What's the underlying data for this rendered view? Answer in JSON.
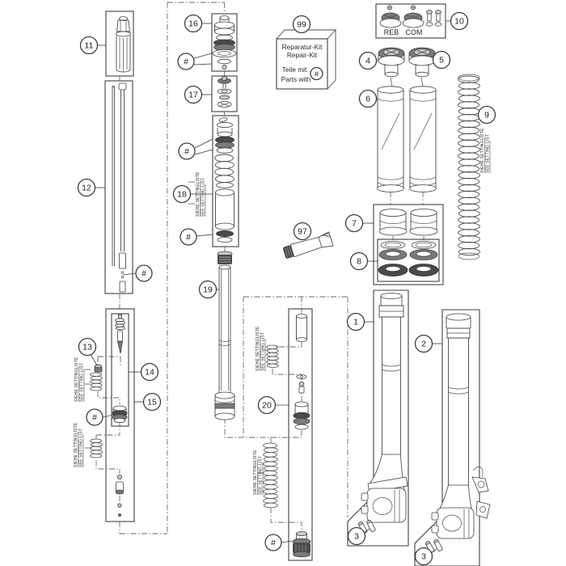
{
  "callouts": {
    "n1": "1",
    "n2": "2",
    "n3": "3",
    "n4": "4",
    "n5": "5",
    "n6": "6",
    "n7": "7",
    "n8": "8",
    "n9": "9",
    "n10": "10",
    "n11": "11",
    "n12": "12",
    "n13": "13",
    "n14": "14",
    "n15": "15",
    "n16": "16",
    "n17": "17",
    "n18": "18",
    "n19": "19",
    "n20": "20",
    "n97": "97",
    "n99": "99",
    "hash": "#"
  },
  "repair_kit_box": {
    "title_de": "Reparatur-Kit",
    "title_en": "Repair-Kit",
    "note_de": "Teile mit",
    "note_en": "Parts with",
    "symbol": "#"
  },
  "adjuster_box": {
    "left_label": "REB",
    "right_label": "COM"
  },
  "setting_note": {
    "de": "SIEHE SETTINGLISTE",
    "en": "SEE SETTING LIST"
  },
  "colors": {
    "line": "#3f3f3f",
    "dash": "#6a6a6a",
    "dark_fill": "#4a4a4a",
    "mid_fill": "#7a7a7a",
    "background": "#ffffff"
  }
}
